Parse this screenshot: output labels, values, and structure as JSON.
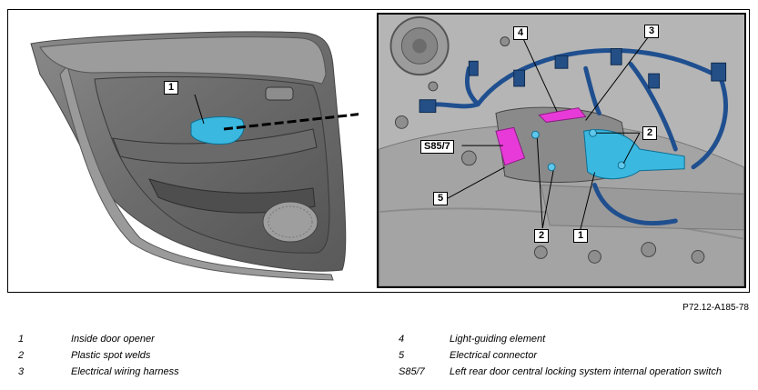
{
  "callouts": {
    "c1_left": "1",
    "c4": "4",
    "c3": "3",
    "c2_right": "2",
    "s85": "S85/7",
    "c5": "5",
    "c2_bottom": "2",
    "c1_bottom": "1"
  },
  "figure_ref": "P72.12-A185-78",
  "legend": {
    "left": [
      {
        "key": "1",
        "text": "Inside door opener"
      },
      {
        "key": "2",
        "text": "Plastic spot welds"
      },
      {
        "key": "3",
        "text": "Electrical wiring harness"
      }
    ],
    "right": [
      {
        "key": "4",
        "text": "Light-guiding element"
      },
      {
        "key": "5",
        "text": "Electrical connector"
      },
      {
        "key": "S85/7",
        "text": "Left rear door central locking system internal operation switch"
      }
    ]
  },
  "colors": {
    "highlight_cyan": "#3ab8e0",
    "highlight_magenta": "#e83ad8",
    "harness_blue": "#1f4f8f"
  }
}
